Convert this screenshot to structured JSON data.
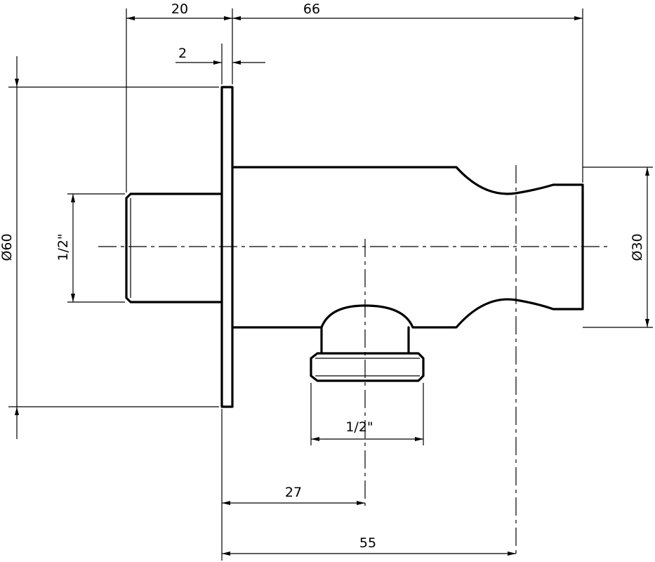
{
  "drawing": {
    "dims": {
      "d20": "20",
      "d66": "66",
      "d2": "2",
      "d60": "Ø60",
      "thread_left": "1/2\"",
      "d30": "Ø30",
      "thread_bottom": "1/2\"",
      "d27": "27",
      "d55": "55"
    }
  }
}
